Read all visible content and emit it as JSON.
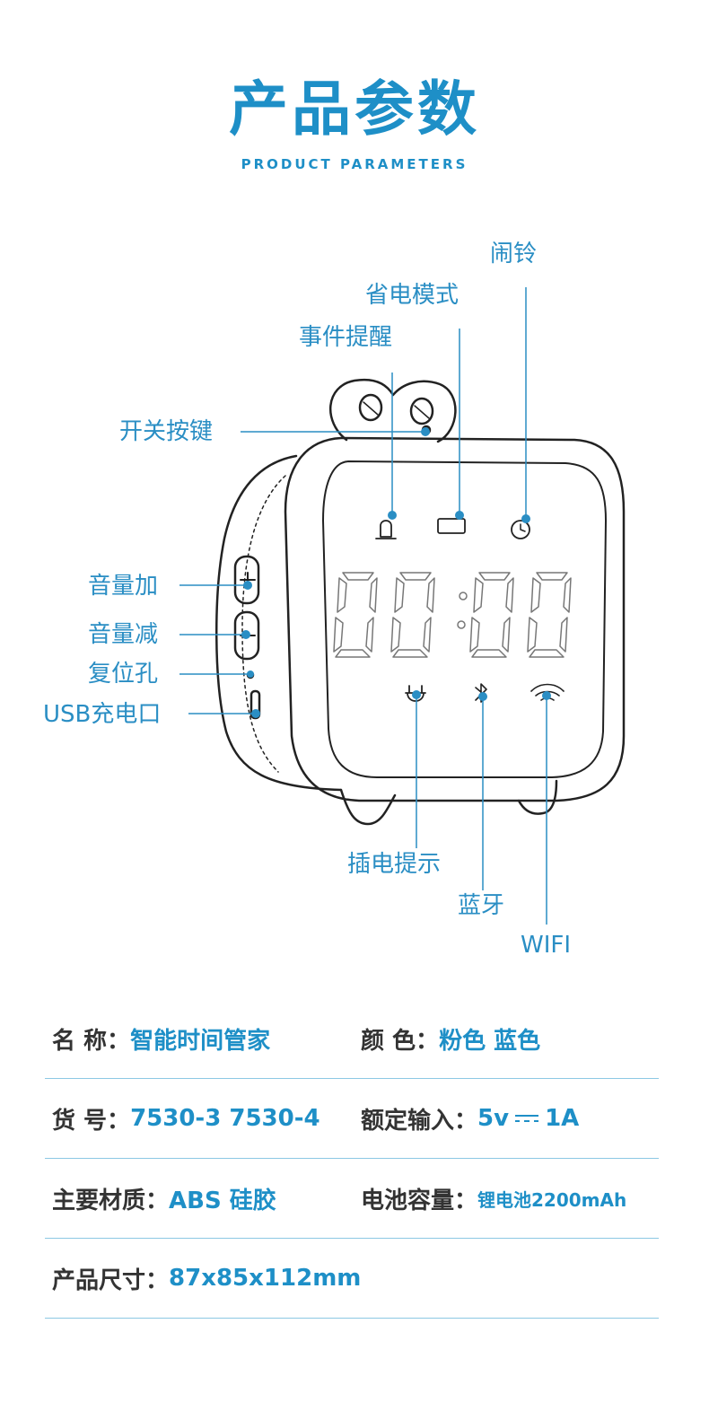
{
  "header": {
    "title": "产品参数",
    "subtitle": "PRODUCT PARAMETERS"
  },
  "labels": {
    "alarm": "闹铃",
    "power_saving": "省电模式",
    "event_reminder": "事件提醒",
    "power_button": "开关按键",
    "volume_up": "音量加",
    "volume_down": "音量减",
    "reset_hole": "复位孔",
    "usb_port": "USB充电口",
    "plug_indicator": "插电提示",
    "bluetooth": "蓝牙",
    "wifi": "WIFI"
  },
  "display": {
    "time": "00:00"
  },
  "specs": [
    {
      "left": {
        "key": "名 称：",
        "value": "智能时间管家"
      },
      "right": {
        "key": "颜 色：",
        "value": "粉色  蓝色"
      }
    },
    {
      "left": {
        "key": "货 号：",
        "value": "7530-3  7530-4"
      },
      "right": {
        "key": "额定输入：",
        "value_a": "5v",
        "value_b": "1A"
      }
    },
    {
      "left": {
        "key": "主要材质：",
        "value": "ABS  硅胶"
      },
      "right": {
        "key": "电池容量：",
        "value": "锂电池2200mAh"
      }
    },
    {
      "left": {
        "key": "产品尺寸：",
        "value": "87x85x112mm"
      }
    }
  ],
  "colors": {
    "accent": "#1e8fc7",
    "line": "#2a8ec4",
    "text": "#333333",
    "divider": "#8cc8e4"
  }
}
